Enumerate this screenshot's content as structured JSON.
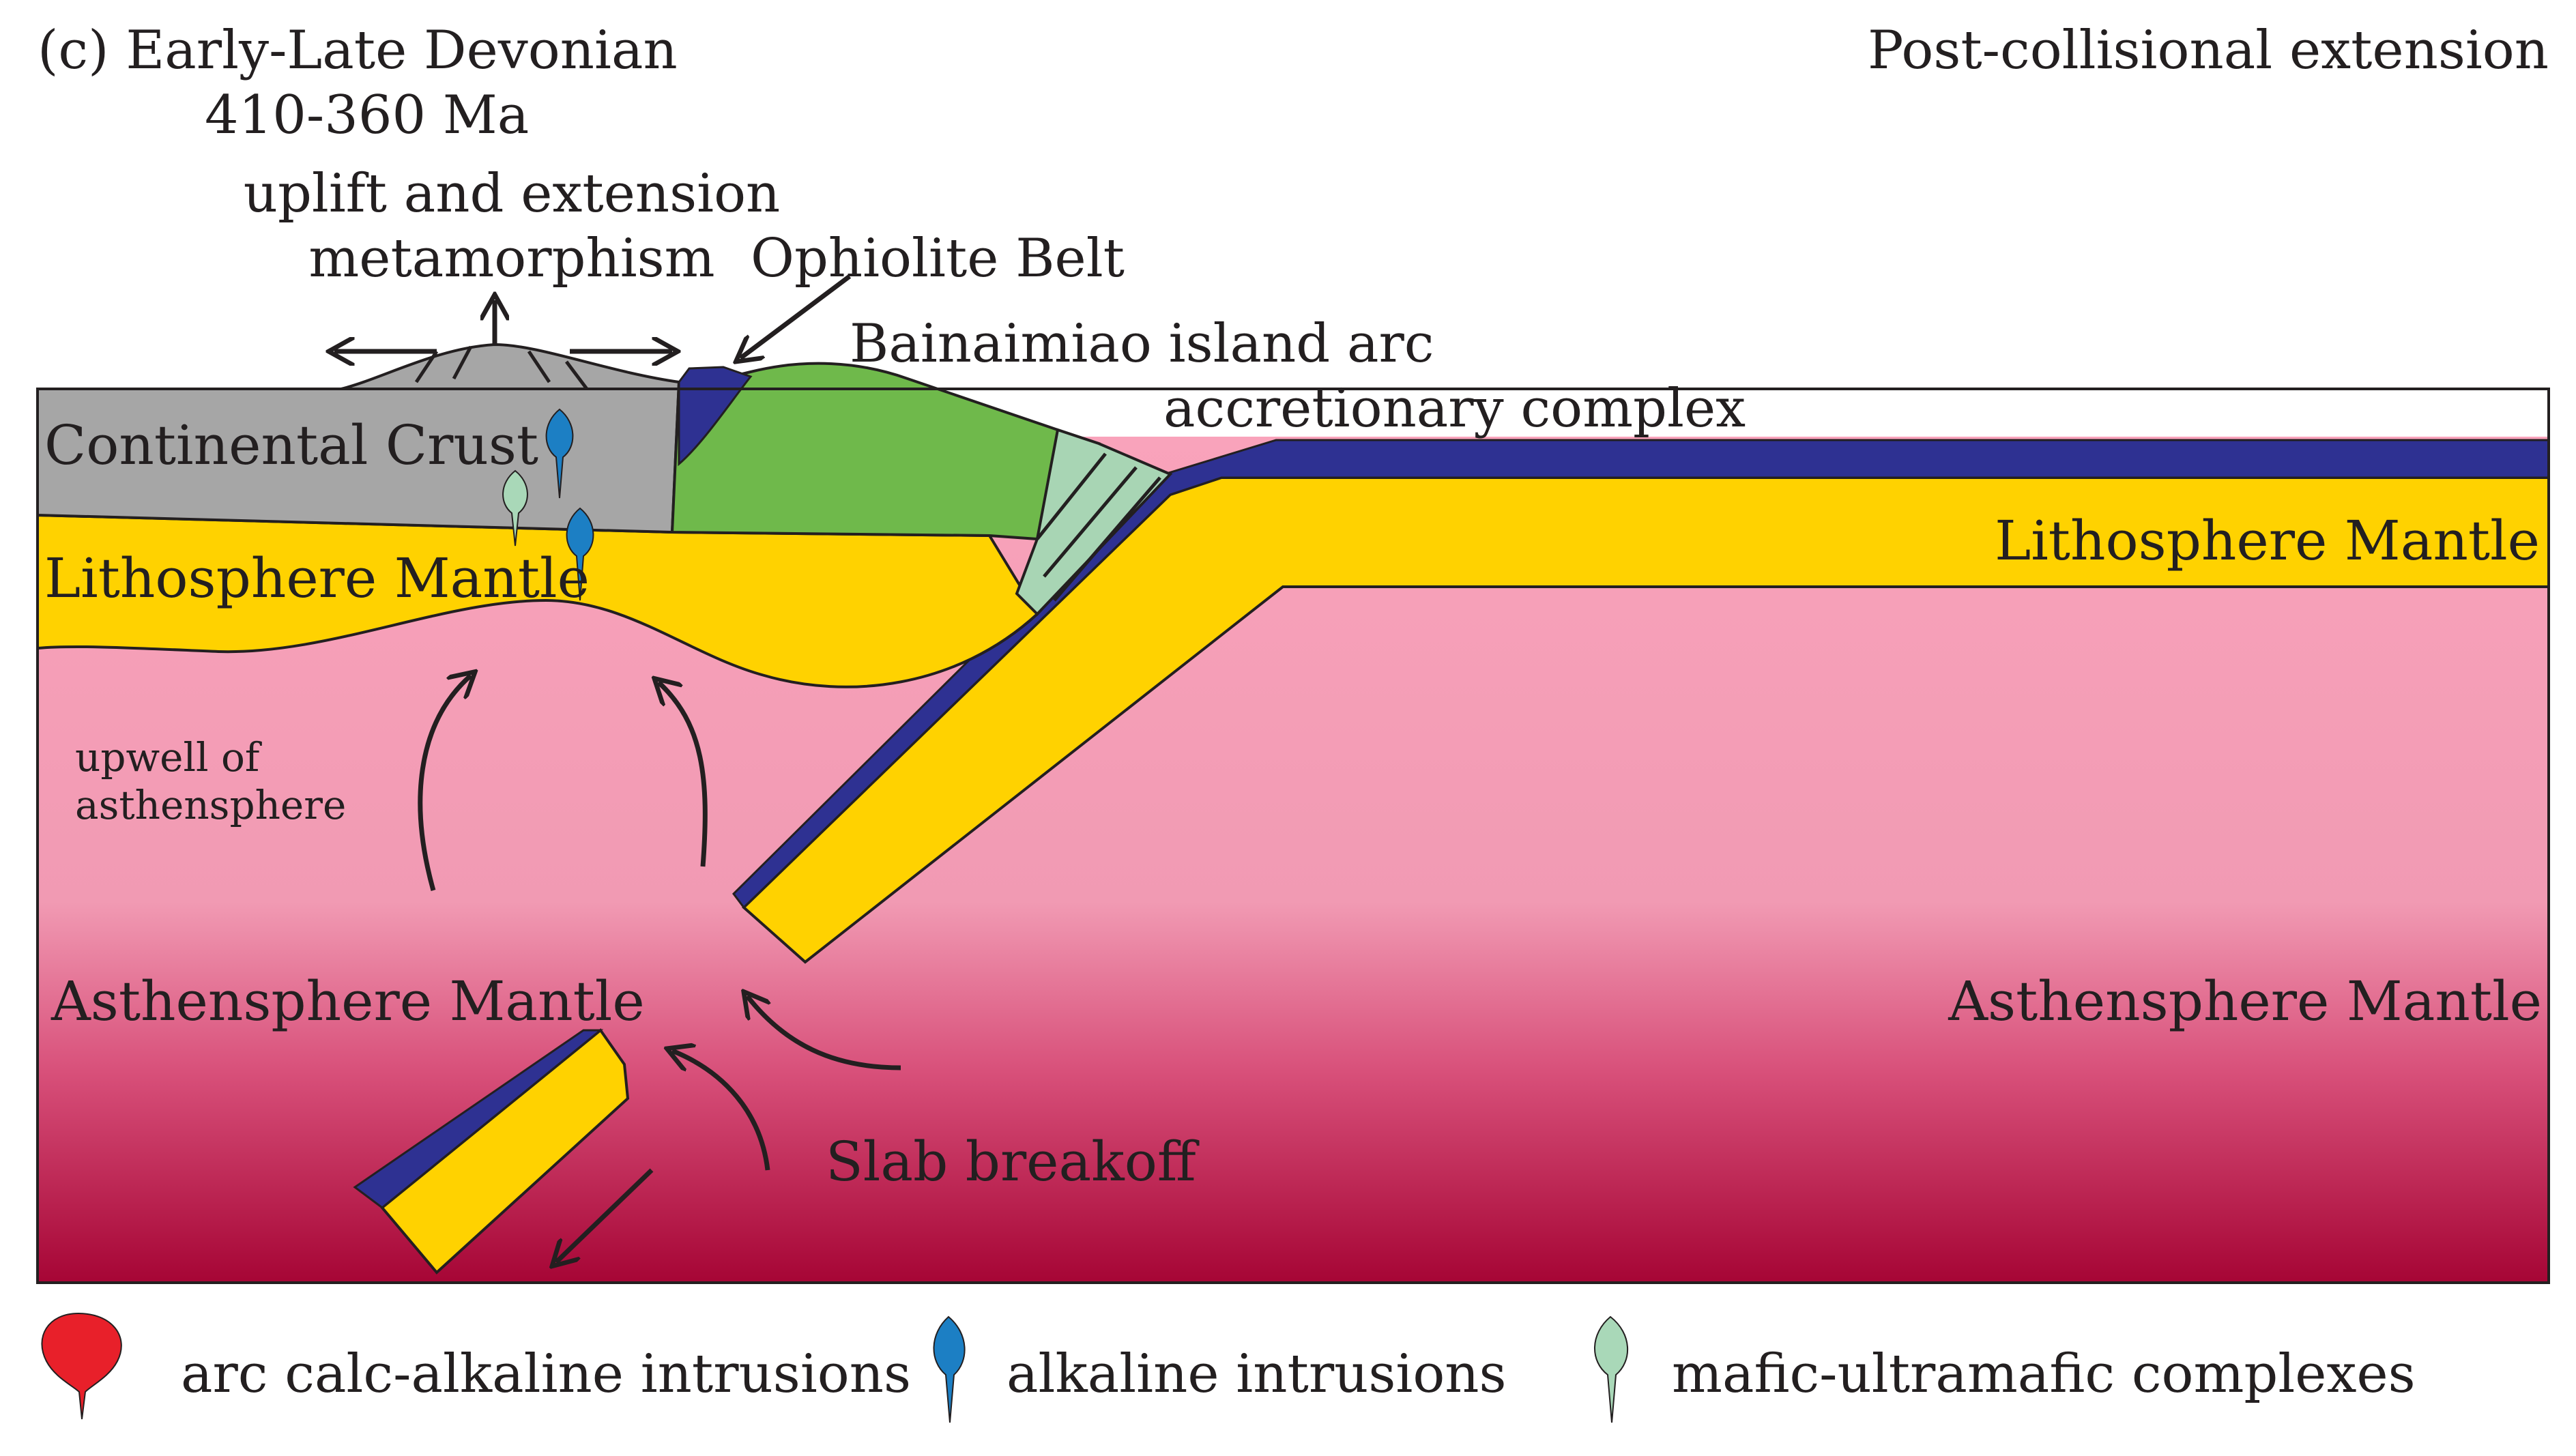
{
  "panel": {
    "title": "(c) Early-Late Devonian",
    "age": "410-360 Ma",
    "setting": "Post-collisional extension"
  },
  "labels": {
    "uplift": "uplift and extension",
    "metamorphism": "metamorphism",
    "ophiolite": "Ophiolite Belt",
    "island_arc": "Bainaimiao island arc",
    "accretionary": "accretionary complex",
    "continental_crust": "Continental Crust",
    "lithosphere_left": "Lithosphere Mantle",
    "lithosphere_right": "Lithosphere Mantle",
    "upwell_line1": "upwell of",
    "upwell_line2": "asthensphere",
    "asthenosphere_left": "Asthensphere Mantle",
    "asthenosphere_right": "Asthensphere Mantle",
    "slab_breakoff": "Slab breakoff"
  },
  "legend": [
    {
      "label": "arc calc-alkaline intrusions",
      "color": "#e8202a",
      "icon": "red-drop-icon"
    },
    {
      "label": "alkaline intrusions",
      "color": "#1c7fc4",
      "icon": "blue-drop-icon"
    },
    {
      "label": "mafic-ultramafic complexes",
      "color": "#a9d8b8",
      "icon": "green-drop-icon"
    }
  ],
  "colors": {
    "crust": "#a6a6a6",
    "lithosphere": "#ffd200",
    "oceanic_crust": "#2e3192",
    "island_arc": "#6fb94b",
    "accretionary": "#a8d5b4",
    "asthenosphere_top": "#f7a0b8",
    "asthenosphere_bottom": "#a80a38"
  }
}
